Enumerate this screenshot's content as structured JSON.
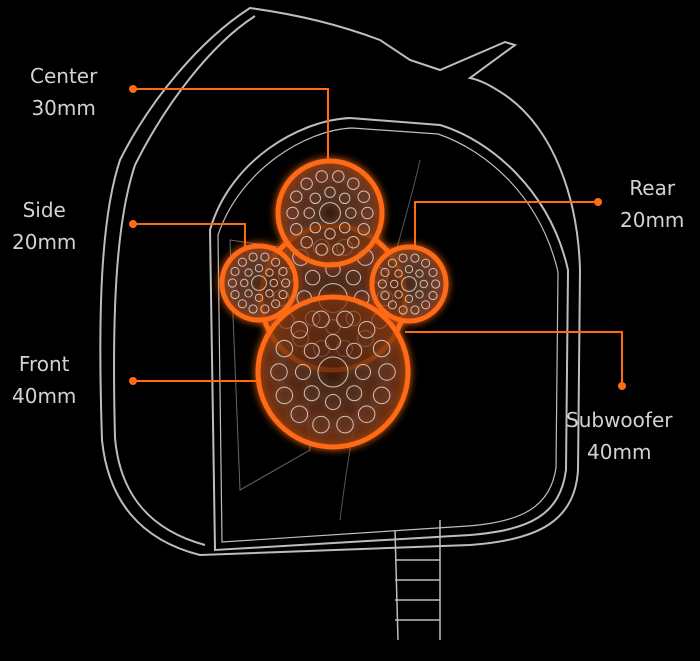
{
  "colors": {
    "accent": "#ff6a12",
    "outline": "#bdbdbd",
    "background": "#000000",
    "text": "#d2d2d2"
  },
  "drivers": [
    {
      "id": "center",
      "name": "Center",
      "size": "30mm"
    },
    {
      "id": "side",
      "name": "Side",
      "size": "20mm"
    },
    {
      "id": "front",
      "name": "Front",
      "size": "40mm"
    },
    {
      "id": "rear",
      "name": "Rear",
      "size": "20mm"
    },
    {
      "id": "subwoofer",
      "name": "Subwoofer",
      "size": "40mm"
    }
  ]
}
